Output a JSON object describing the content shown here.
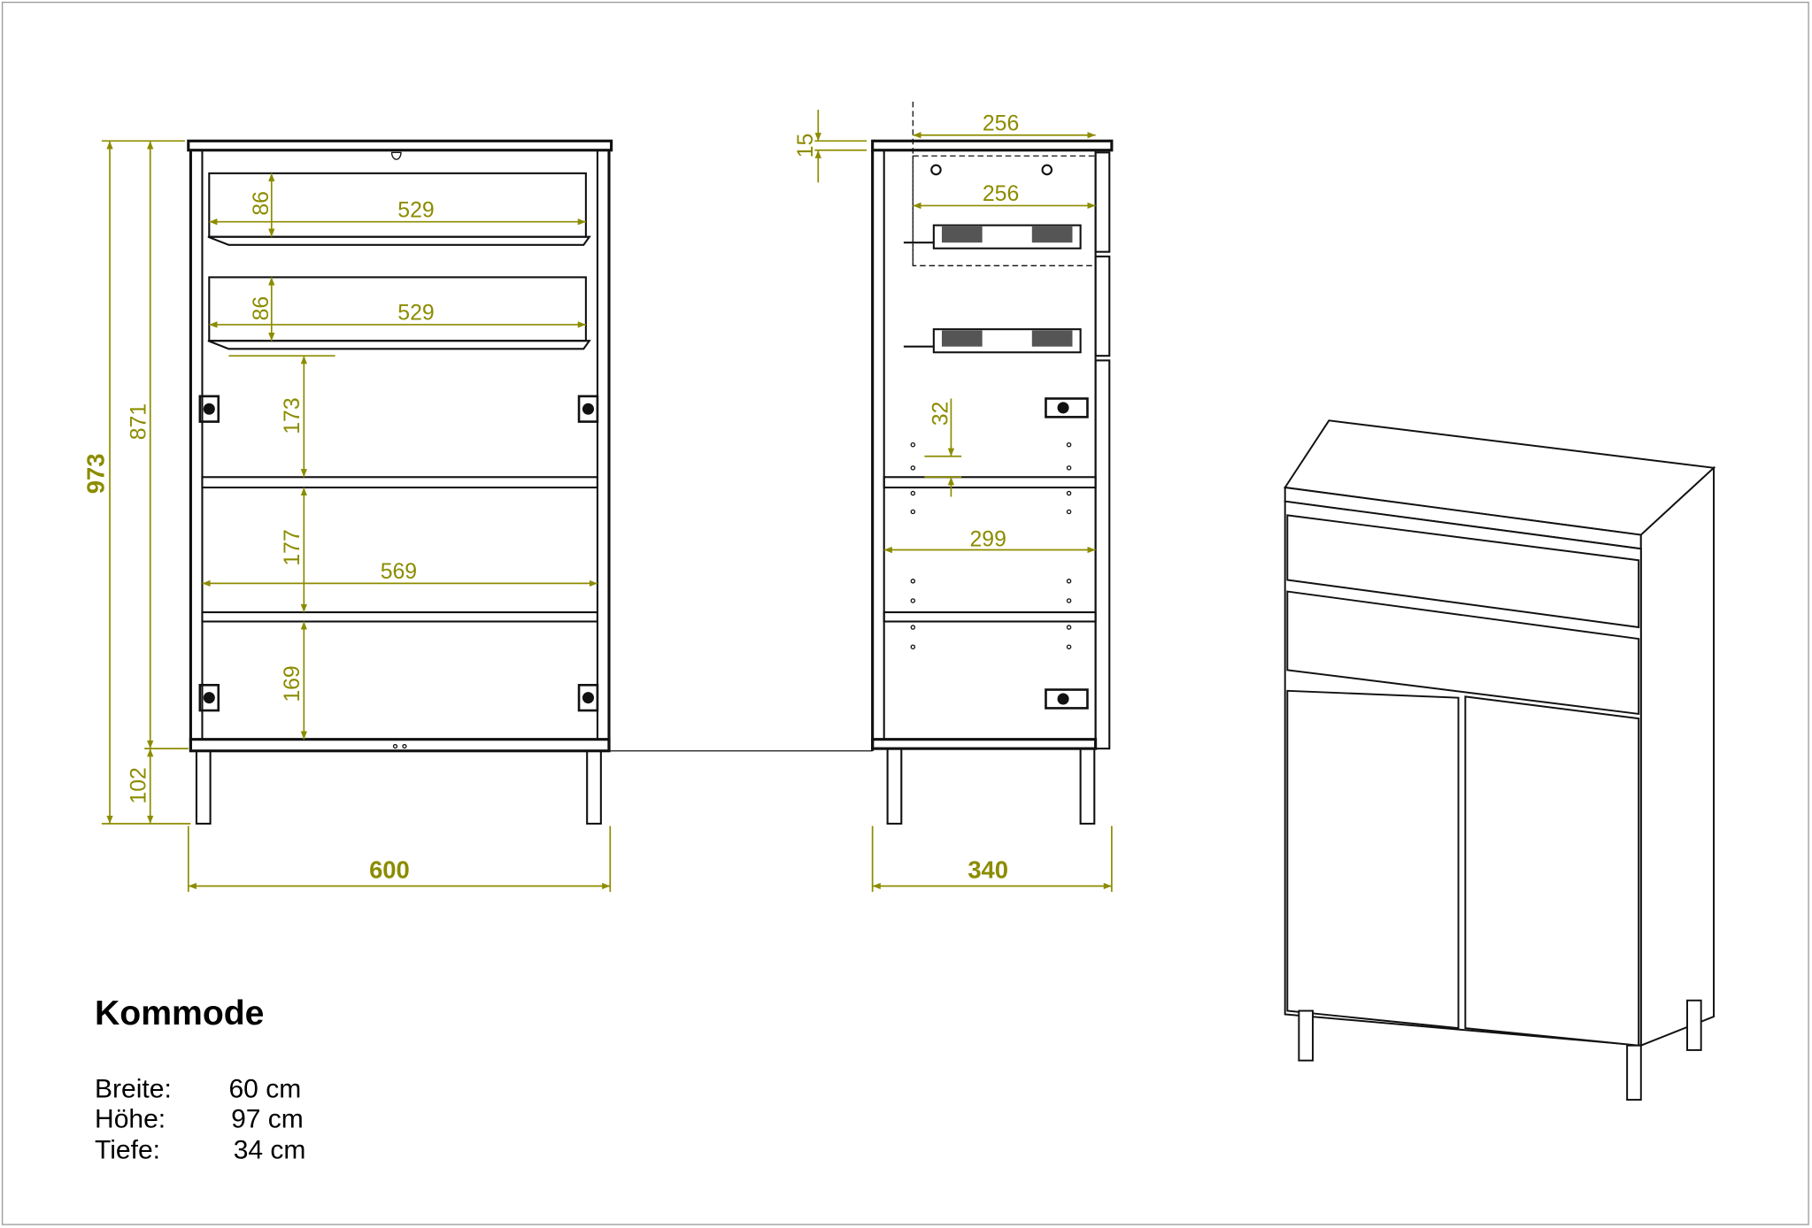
{
  "title": "Kommode",
  "specs": [
    {
      "label": "Breite:",
      "value": "60 cm"
    },
    {
      "label": "Höhe:",
      "value": "97 cm"
    },
    {
      "label": "Tiefe:",
      "value": "34 cm"
    }
  ],
  "front_view": {
    "total_height": "973",
    "body_height": "871",
    "leg_height": "102",
    "width": "600",
    "drawer_height_1": "86",
    "drawer_width_1": "529",
    "drawer_height_2": "86",
    "drawer_width_2": "529",
    "compartment_1": "173",
    "compartment_2": "177",
    "inner_width": "569",
    "compartment_3": "169"
  },
  "side_view": {
    "depth": "340",
    "top_thickness": "15",
    "drawer_depth_top": "256",
    "drawer_depth": "256",
    "hole_spacing": "32",
    "inner_depth": "299"
  },
  "colors": {
    "dimension": "#8c8c00",
    "lines": "#111111"
  }
}
